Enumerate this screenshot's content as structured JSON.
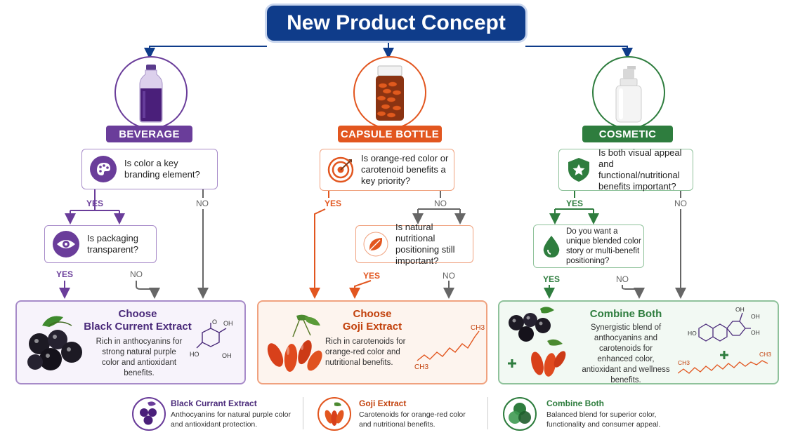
{
  "title": "New Product Concept",
  "colors": {
    "navy": "#0f3c8a",
    "purple": "#6a3d9a",
    "orange": "#e2561f",
    "green": "#2e7d3e",
    "gray": "#666666"
  },
  "columns": [
    {
      "category": "BEVERAGE",
      "icon": "bottle-icon",
      "question1": {
        "icon": "palette-icon",
        "text": "Is color a key branding element?"
      },
      "question2": {
        "icon": "eye-icon",
        "text": "Is packaging transparent?"
      },
      "outcome": {
        "title_line1": "Choose",
        "title_line2": "Black Current Extract",
        "desc": "Rich in anthocyanins for strong natural purple color and antioxidant benefits."
      }
    },
    {
      "category": "CAPSULE BOTTLE",
      "icon": "capsule-bottle-icon",
      "question1": {
        "icon": "target-icon",
        "text": "Is orange-red color or carotenoid benefits a key priority?"
      },
      "question2": {
        "icon": "leaf-icon",
        "text": "Is natural nutritional positioning still important?"
      },
      "outcome": {
        "title_line1": "Choose",
        "title_line2": "Goji Extract",
        "desc": "Rich in carotenoids for orange-red color and nutritional benefits.",
        "chem": "CH3",
        "chem2": "CH3"
      }
    },
    {
      "category": "COSMETIC",
      "icon": "pump-bottle-icon",
      "question1": {
        "icon": "shield-star-icon",
        "text": "Is both visual appeal and functional/nutritional benefits important?"
      },
      "question2": {
        "icon": "droplet-icon",
        "text": "Do you want a unique blended color story or multi-benefit positioning?"
      },
      "outcome": {
        "title_line1": "Combine Both",
        "desc": "Synergistic blend of anthocyanins and carotenoids for enhanced color, antioxidant and wellness benefits.",
        "chem": "CH3",
        "chem2": "CH3"
      }
    }
  ],
  "labels": {
    "yes": "YES",
    "no": "NO"
  },
  "chem_labels": {
    "oh": "OH",
    "ho": "HO",
    "o": "O"
  },
  "legend": [
    {
      "icon": "black-currant-icon",
      "title": "Black Currant Extract",
      "desc": "Anthocyanins for natural purple color and antioxidant protection."
    },
    {
      "icon": "goji-icon",
      "title": "Goji Extract",
      "desc": "Carotenoids for orange-red color and nutritional benefits."
    },
    {
      "icon": "blend-circles-icon",
      "title": "Combine Both",
      "desc": "Balanced blend for superior color, functionality and consumer appeal."
    }
  ]
}
